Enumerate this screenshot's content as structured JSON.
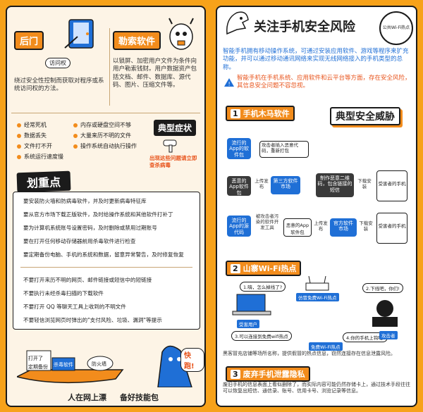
{
  "left": {
    "backdoor": {
      "title": "后门",
      "bubble": "访问权",
      "desc": "绕过安全性控制而获取对程序或系统访问权的方法。"
    },
    "ransom": {
      "title": "勒索软件",
      "desc": "以锁屏、加密用户文件为条件向用户勒索钱财。用户数据资产包括文档、邮件、数据库、源代码、图片、压缩文件等。"
    },
    "symptoms": {
      "title": "典型症状",
      "items": [
        "经常死机",
        "内存或硬盘空间不够",
        "数据丢失",
        "大量来历不明的文件",
        "文件打不开",
        "操作系统自动执行操作",
        "系统运行速度慢"
      ],
      "alert": "出现这些问题请立即查杀病毒"
    },
    "key": {
      "title": "划重点",
      "do": [
        "要安装防火墙和防病毒软件，并及时更新病毒特征库",
        "要从官方市场下载正版软件，及时给操作系统和其他软件打补丁",
        "要为计算机系统账号设置密码，及时删除或禁用过期账号",
        "要在打开任何移动存储器前用杀毒软件进行检查",
        "要定期备份电脑、手机的系统和数据，留意异常警告，及时修复恢复"
      ],
      "dont": [
        "不要打开来历不明的网页、邮件链接或短信中的短链接",
        "不要执行未经杀毒扫描的下载软件",
        "不要打开 QQ 等聊天工具上收到的不明文件",
        "不要轻信浏览网页时弹出的\"支付风险、垃圾、漏洞\"等提示"
      ]
    },
    "illus": {
      "sign1": "打开了",
      "sign2": "定期备份",
      "sign3": "杀毒软件",
      "sign4": "防火墙",
      "shout": "快跑!",
      "caption_left": "人在网上漂",
      "caption_right": "备好技能包"
    }
  },
  "right": {
    "title": "关注手机安全风险",
    "badge": "公共Wi-Fi热点",
    "intro": "智能手机拥有移动操作系统，可通过安装应用软件、游戏等程序来扩充功能，并可以通过移动通讯网络来实现无线网络接入的手机类型的总称。",
    "warning": "智能手机在手机系统、应用软件和云平台等方面，存在安全风险，其信息安全问题不容忽视。",
    "section_title": "典型安全威胁",
    "s1": {
      "num": "1",
      "title": "手机木马软件",
      "hack_note": "攻击者插入恶意代码，重新打包",
      "app_pop": "流行的App的软件包",
      "malicious": "恶意的App软件包",
      "upload": "上传发布",
      "third": "第三方软件市场",
      "qr": "制作恶意二维码，包含链接的短信",
      "download": "下载安装",
      "victim": "受害者的手机",
      "app_pop2": "流行的App的源代码",
      "dev": "被攻击者污染的软件开发工具",
      "malicious2": "恶意的App软件包",
      "upload2": "上传发布",
      "official": "官方软件市场",
      "download2": "下载安装",
      "victim2": "受害者的手机"
    },
    "s2": {
      "num": "2",
      "title": "山寨Wi-Fi热点",
      "b1": "1.嗨，怎么掉线了?",
      "wifi_fake": "仿冒免费Wi-Fi热点",
      "victim": "受害用户",
      "b3": "3.可以连接到免费wifi热点",
      "wifi_real": "免费Wi-Fi热点",
      "b4": "4.你的手机上钩啦!",
      "hacker": "攻击者",
      "b2": "2.下线吧，你们!",
      "caption": "黑客冒充店铺等场所名称，提供假冒的热点信息，窃然连接存在信息泄露风险。"
    },
    "s3": {
      "num": "3",
      "title": "废弃手机泄露隐私",
      "desc": "废旧手机的信息表面上看似删除了，而实际内容可能仍然存储卡上，通过技术手段往往可以恢复出短信、通信录、账号、信用卡号、浏览记录等信息。"
    }
  }
}
